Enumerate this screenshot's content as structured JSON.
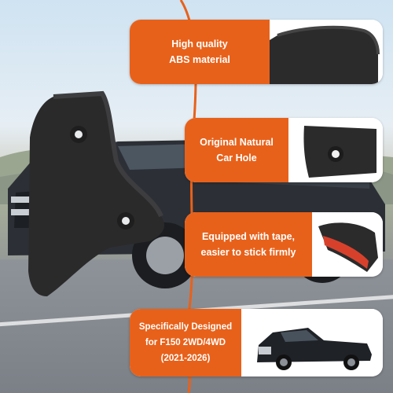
{
  "features": [
    {
      "line1": "High quality",
      "line2": "ABS material",
      "line3": "",
      "image_icon": "mudflap-corner-closeup"
    },
    {
      "line1": "Original Natural",
      "line2": "Car Hole",
      "line3": "",
      "image_icon": "mudflap-hole-closeup"
    },
    {
      "line1": "Equipped with tape,",
      "line2": "easier to stick firmly",
      "line3": "",
      "image_icon": "mudflap-tape-closeup"
    },
    {
      "line1": "Specifically Designed",
      "line2": "for F150 2WD/4WD",
      "line3": "(2021-2026)",
      "image_icon": "truck-photo"
    }
  ],
  "colors": {
    "accent": "#e8611a",
    "product": "#2a2a2b",
    "tape": "#d7412c"
  }
}
